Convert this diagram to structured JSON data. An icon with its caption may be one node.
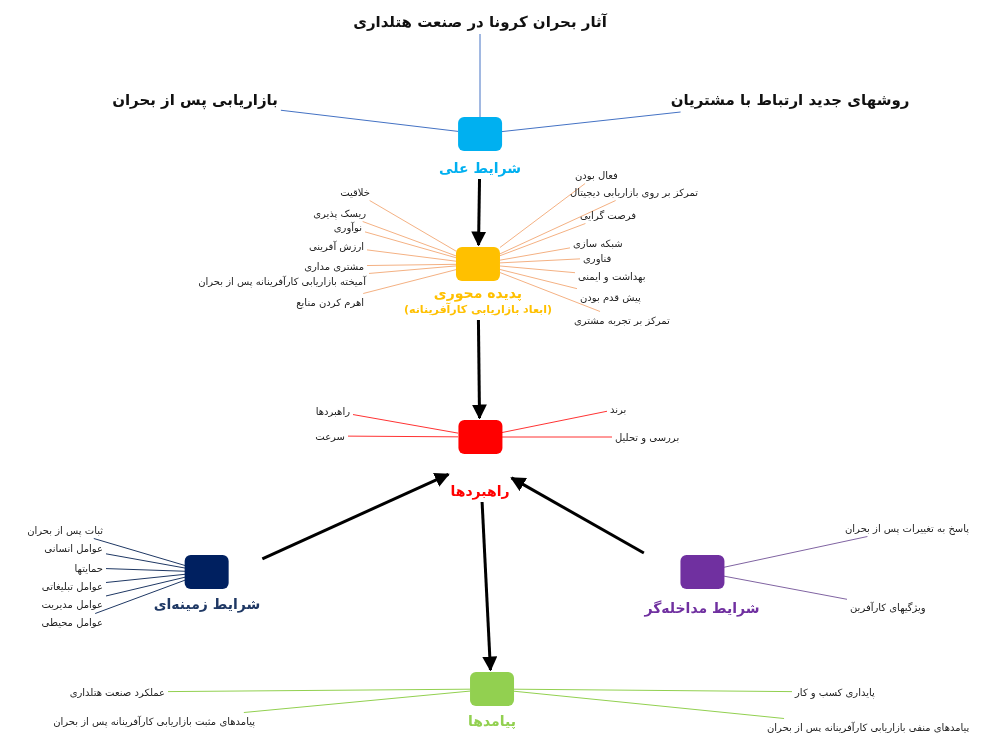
{
  "diagram": {
    "nodes": [
      {
        "text": [
          "آثار بحران کرونا در صنعت هتلداری"
        ]
      },
      {
        "text": [
          "روشهای جدید ارتباط با مشتریان"
        ]
      },
      {
        "text": [
          "بازاریابی پس از بحران"
        ]
      },
      {
        "text": [
          "شرایط علی"
        ]
      },
      {
        "text": [
          "پدیده محوری",
          "(ابعاد بازاریابی کارآفرینانه)"
        ]
      },
      {
        "text": [
          "خلاقیت"
        ]
      },
      {
        "text": [
          "ریسک پذیری"
        ]
      },
      {
        "text": [
          "نوآوری"
        ]
      },
      {
        "text": [
          "ارزش آفرینی"
        ]
      },
      {
        "text": [
          "مشتری مداری"
        ]
      },
      {
        "text": [
          "آمیخته بازاریابی کارآفرینانه پس از بحران"
        ]
      },
      {
        "text": [
          "اهرم کردن منابع"
        ]
      },
      {
        "text": [
          "فعال بودن"
        ]
      },
      {
        "text": [
          "تمرکز بر روی بازاریابی دیجیتال"
        ]
      },
      {
        "text": [
          "فرصت گرایی"
        ]
      },
      {
        "text": [
          "شبکه سازی"
        ]
      },
      {
        "text": [
          "فناوری"
        ]
      },
      {
        "text": [
          "بهداشت و ایمنی"
        ]
      },
      {
        "text": [
          "پیش قدم بودن"
        ]
      },
      {
        "text": [
          "تمرکز بر تجربه مشتری"
        ]
      },
      {
        "text": [
          "راهبردها"
        ]
      },
      {
        "text": [
          "راهبردها"
        ]
      },
      {
        "text": [
          "سرعت"
        ]
      },
      {
        "text": [
          "برند"
        ]
      },
      {
        "text": [
          "بررسی و تحلیل"
        ]
      },
      {
        "text": [
          "شرایط زمینه‌ای"
        ]
      },
      {
        "text": [
          "ثبات پس از بحران"
        ]
      },
      {
        "text": [
          "عوامل انسانی"
        ]
      },
      {
        "text": [
          "حمایتها"
        ]
      },
      {
        "text": [
          "عوامل تبلیغاتی"
        ]
      },
      {
        "text": [
          "عوامل مدیریت"
        ]
      },
      {
        "text": [
          "عوامل محیطی"
        ]
      },
      {
        "text": [
          "شرایط مداخله‌گر"
        ]
      },
      {
        "text": [
          "پاسخ به تغییرات پس از بحران"
        ]
      },
      {
        "text": [
          "ویژگیهای کارآفرین"
        ]
      },
      {
        "text": [
          "پیامدها"
        ]
      },
      {
        "text": [
          "عملکرد صنعت هتلداری"
        ]
      },
      {
        "text": [
          "پیامدهای مثبت بازاریابی کارآفرینانه پس از بحران"
        ]
      },
      {
        "text": [
          "پایداری کسب و کار"
        ]
      },
      {
        "text": [
          "پیامدهای منفی بازاریابی کارآفرینانه پس از بحران"
        ]
      }
    ],
    "edges": [
      {
        "from": 3,
        "to": 0,
        "arrow": "none",
        "color": "#4472c4"
      },
      {
        "from": 3,
        "to": 1,
        "arrow": "none",
        "color": "#4472c4"
      },
      {
        "from": 3,
        "to": 2,
        "arrow": "none",
        "color": "#4472c4"
      },
      {
        "from": 3,
        "to": 4,
        "arrow": "to",
        "style": "thick",
        "color": "#000000"
      },
      {
        "from": 4,
        "to": 5,
        "arrow": "none",
        "color": "#f4b183"
      },
      {
        "from": 4,
        "to": 6,
        "arrow": "none",
        "color": "#f4b183"
      },
      {
        "from": 4,
        "to": 7,
        "arrow": "none",
        "color": "#f4b183"
      },
      {
        "from": 4,
        "to": 8,
        "arrow": "none",
        "color": "#f4b183"
      },
      {
        "from": 4,
        "to": 9,
        "arrow": "none",
        "color": "#f4b183"
      },
      {
        "from": 4,
        "to": 10,
        "arrow": "none",
        "color": "#f4b183"
      },
      {
        "from": 4,
        "to": 11,
        "arrow": "none",
        "color": "#f4b183"
      },
      {
        "from": 4,
        "to": 12,
        "arrow": "none",
        "color": "#f4b183"
      },
      {
        "from": 4,
        "to": 13,
        "arrow": "none",
        "color": "#f4b183"
      },
      {
        "from": 4,
        "to": 14,
        "arrow": "none",
        "color": "#f4b183"
      },
      {
        "from": 4,
        "to": 15,
        "arrow": "none",
        "color": "#f4b183"
      },
      {
        "from": 4,
        "to": 16,
        "arrow": "none",
        "color": "#f4b183"
      },
      {
        "from": 4,
        "to": 17,
        "arrow": "none",
        "color": "#f4b183"
      },
      {
        "from": 4,
        "to": 18,
        "arrow": "none",
        "color": "#f4b183"
      },
      {
        "from": 4,
        "to": 19,
        "arrow": "none",
        "color": "#f4b183"
      },
      {
        "from": 4,
        "to": 20,
        "arrow": "to",
        "style": "thick",
        "color": "#000000"
      },
      {
        "from": 20,
        "to": 21,
        "arrow": "none",
        "color": "#ff3333"
      },
      {
        "from": 20,
        "to": 22,
        "arrow": "none",
        "color": "#ff3333"
      },
      {
        "from": 20,
        "to": 23,
        "arrow": "none",
        "color": "#ff3333"
      },
      {
        "from": 20,
        "to": 24,
        "arrow": "none",
        "color": "#ff3333"
      },
      {
        "from": 25,
        "to": 26,
        "arrow": "none",
        "color": "#1f3864"
      },
      {
        "from": 25,
        "to": 27,
        "arrow": "none",
        "color": "#1f3864"
      },
      {
        "from": 25,
        "to": 28,
        "arrow": "none",
        "color": "#1f3864"
      },
      {
        "from": 25,
        "to": 29,
        "arrow": "none",
        "color": "#1f3864"
      },
      {
        "from": 25,
        "to": 30,
        "arrow": "none",
        "color": "#1f3864"
      },
      {
        "from": 25,
        "to": 31,
        "arrow": "none",
        "color": "#1f3864"
      },
      {
        "from": 25,
        "to": 20,
        "arrow": "to",
        "style": "thick",
        "color": "#000000"
      },
      {
        "from": 32,
        "to": 33,
        "arrow": "none",
        "color": "#8064a2"
      },
      {
        "from": 32,
        "to": 34,
        "arrow": "none",
        "color": "#8064a2"
      },
      {
        "from": 32,
        "to": 20,
        "arrow": "to",
        "style": "thick",
        "color": "#000000"
      },
      {
        "from": 20,
        "to": 35,
        "arrow": "to",
        "style": "thick",
        "color": "#000000"
      },
      {
        "from": 35,
        "to": 36,
        "arrow": "none",
        "color": "#92d050"
      },
      {
        "from": 35,
        "to": 37,
        "arrow": "none",
        "color": "#92d050"
      },
      {
        "from": 35,
        "to": 38,
        "arrow": "none",
        "color": "#92d050"
      },
      {
        "from": 35,
        "to": 39,
        "arrow": "none",
        "color": "#92d050"
      }
    ]
  }
}
